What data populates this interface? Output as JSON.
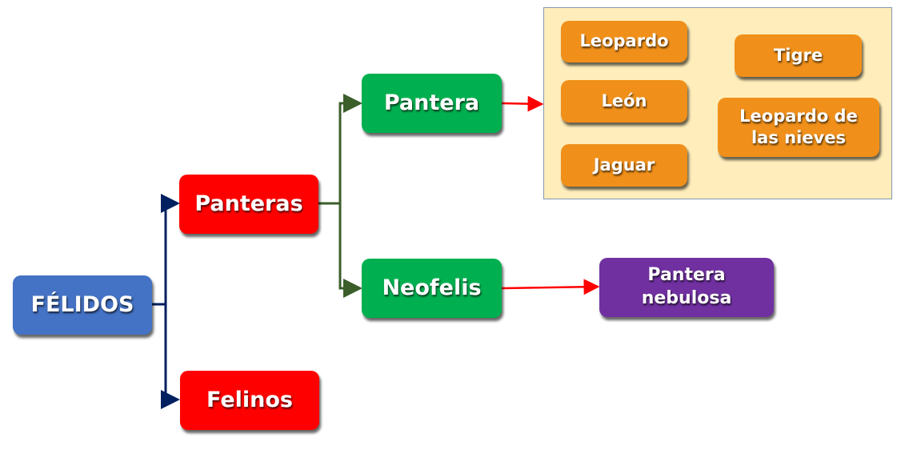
{
  "nodes": {
    "felidos": "FÉLIDOS",
    "panteras": "Panteras",
    "felinos": "Felinos",
    "pantera": "Pantera",
    "neofelis": "Neofelis",
    "pantera_nebulosa": "Pantera nebulosa",
    "leopardo": "Leopardo",
    "leon": "León",
    "jaguar": "Jaguar",
    "tigre": "Tigre",
    "leopardo_nieves": "Leopardo de las nieves"
  },
  "colors": {
    "felidos": "#4472c4",
    "genus": "#ff0000",
    "subgenus": "#00b050",
    "species_single": "#7030a0",
    "species": "#f0901a",
    "panel": "#ffeebb",
    "connector_blue": "#002060",
    "connector_green": "#3b5e2b",
    "connector_red": "#ff0000"
  }
}
